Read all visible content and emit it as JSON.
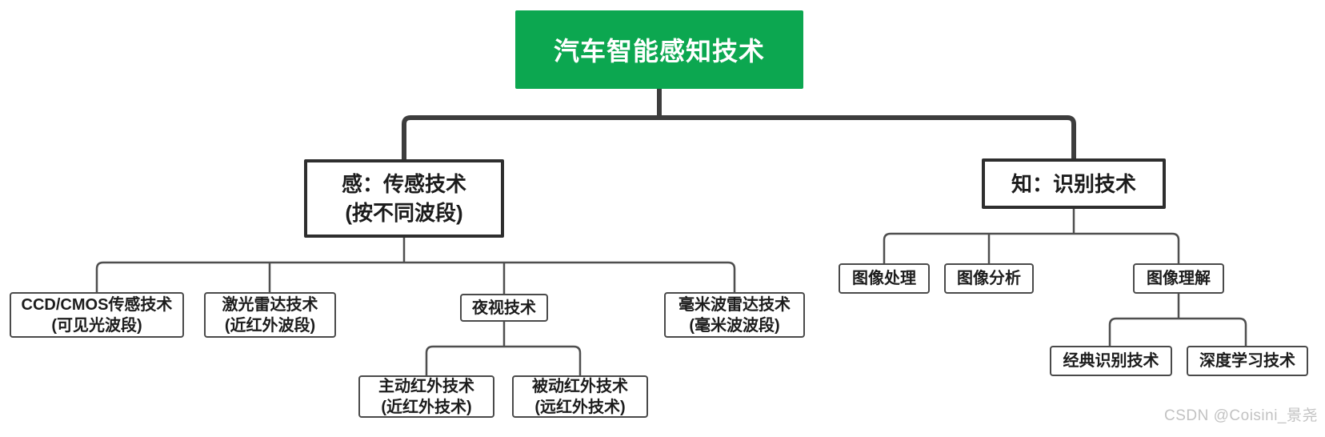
{
  "title": "汽车智能感知技术",
  "colors": {
    "root_green": "#0ca750",
    "line_thick": "#3d3d3d",
    "line_thin": "#4f4f4f",
    "watermark_gray": "#c2c2c2"
  },
  "watermark": "CSDN @Coisini_景尧",
  "sense_branch": {
    "line1": "感：传感技术",
    "line2": "(按不同波段)",
    "children": {
      "ccd": {
        "line1": "CCD/CMOS传感技术",
        "line2": "(可见光波段)"
      },
      "lidar": {
        "line1": "激光雷达技术",
        "line2": "(近红外波段)"
      },
      "night_vision": {
        "line1": "夜视技术"
      },
      "mmwave": {
        "line1": "毫米波雷达技术",
        "line2": "(毫米波波段)"
      }
    },
    "night_vision_children": {
      "active_ir": {
        "line1": "主动红外技术",
        "line2": "(近红外技术)"
      },
      "passive_ir": {
        "line1": "被动红外技术",
        "line2": "(远红外技术)"
      }
    }
  },
  "recognize_branch": {
    "line1": "知：识别技术",
    "children": {
      "image_processing": {
        "line1": "图像处理"
      },
      "image_analysis": {
        "line1": "图像分析"
      },
      "image_understanding": {
        "line1": "图像理解"
      }
    },
    "image_understanding_children": {
      "classic": {
        "line1": "经典识别技术"
      },
      "deep_learning": {
        "line1": "深度学习技术"
      }
    }
  }
}
